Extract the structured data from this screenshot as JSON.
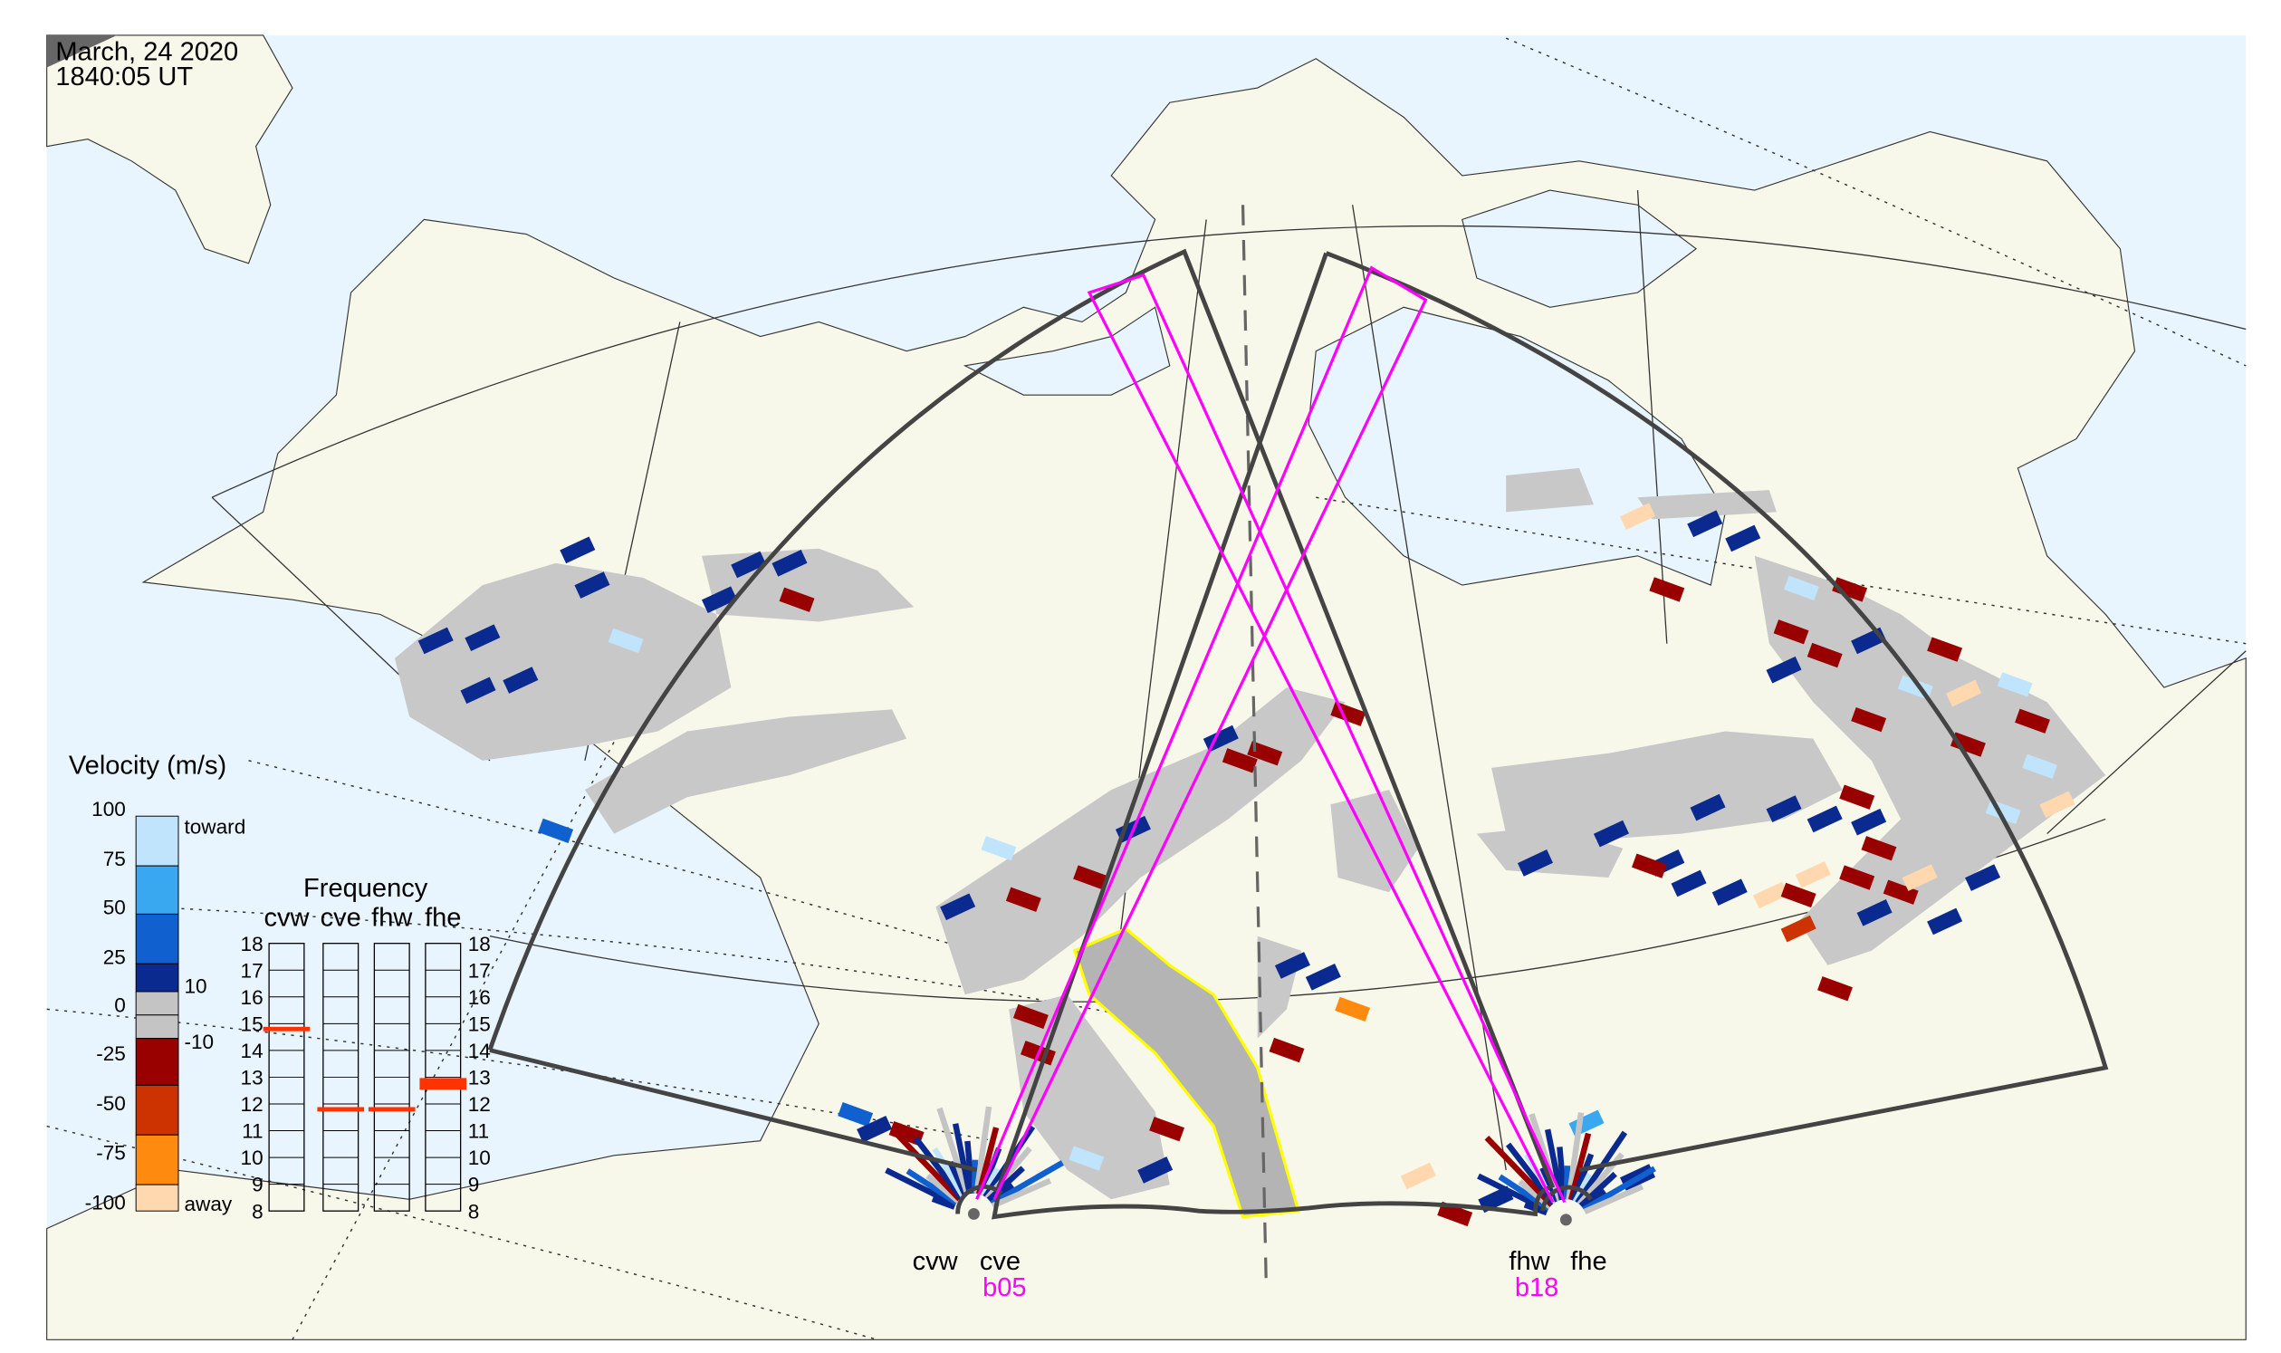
{
  "header": {
    "date": "March, 24 2020",
    "time": "1840:05 UT"
  },
  "velocity_legend": {
    "title": "Velocity (m/s)",
    "ticks": [
      "100",
      "75",
      "50",
      "25",
      "0",
      "-25",
      "-50",
      "-75",
      "-100"
    ],
    "toward_label": "toward",
    "away_label": "away",
    "gray_upper": "10",
    "gray_lower": "-10",
    "colors": [
      "#bfe4fb",
      "#3aa8f0",
      "#1060d0",
      "#0a2a90",
      "#c4c4c4",
      "#c4c4c4",
      "#990000",
      "#cc3300",
      "#ff8a10",
      "#ffd8b0"
    ]
  },
  "frequency_panel": {
    "title": "Frequency",
    "scale": [
      "18",
      "17",
      "16",
      "15",
      "14",
      "13",
      "12",
      "11",
      "10",
      "9",
      "8"
    ],
    "radars": [
      {
        "name": "cvw",
        "freq_mhz": 14.8
      },
      {
        "name": "cve",
        "freq_mhz": 11.8
      },
      {
        "name": "fhw",
        "freq_mhz": 11.8
      },
      {
        "name": "fhe",
        "freq_mhz": 12.75
      }
    ],
    "marker_color": "#ff3300"
  },
  "radars": {
    "west": {
      "left": "cvw",
      "right": "cve",
      "beam": "b05"
    },
    "east": {
      "left": "fhw",
      "right": "fhe",
      "beam": "b18"
    }
  },
  "colors": {
    "ocean": "#e8f5fe",
    "land": "#f8f8ea",
    "fan": "#444444",
    "beam": "#ff00ff",
    "highlight": "#ffff00",
    "gs": "#c8c8c8"
  }
}
